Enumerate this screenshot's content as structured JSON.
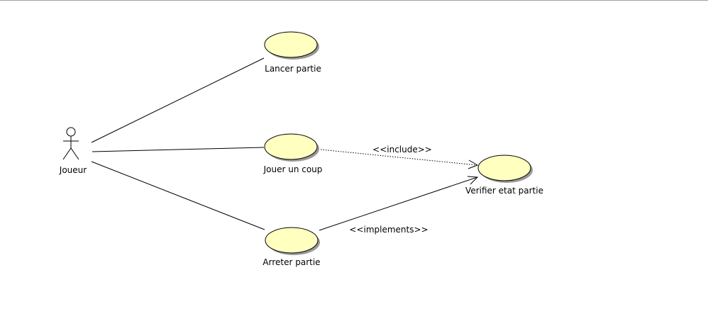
{
  "diagram": {
    "actor": {
      "name": "Joueur"
    },
    "use_cases": {
      "lancer_partie": "Lancer partie",
      "jouer_un_coup": "Jouer un coup",
      "arreter_partie": "Arreter partie",
      "verifier_etat_partie": "Verifier etat partie"
    },
    "relations": {
      "include_label": "<<include>>",
      "implements_label": "<<implements>>"
    },
    "colors": {
      "use_case_fill": "#ffffc0",
      "use_case_stroke": "#000000",
      "shadow": "#999999",
      "line": "#000000"
    }
  }
}
